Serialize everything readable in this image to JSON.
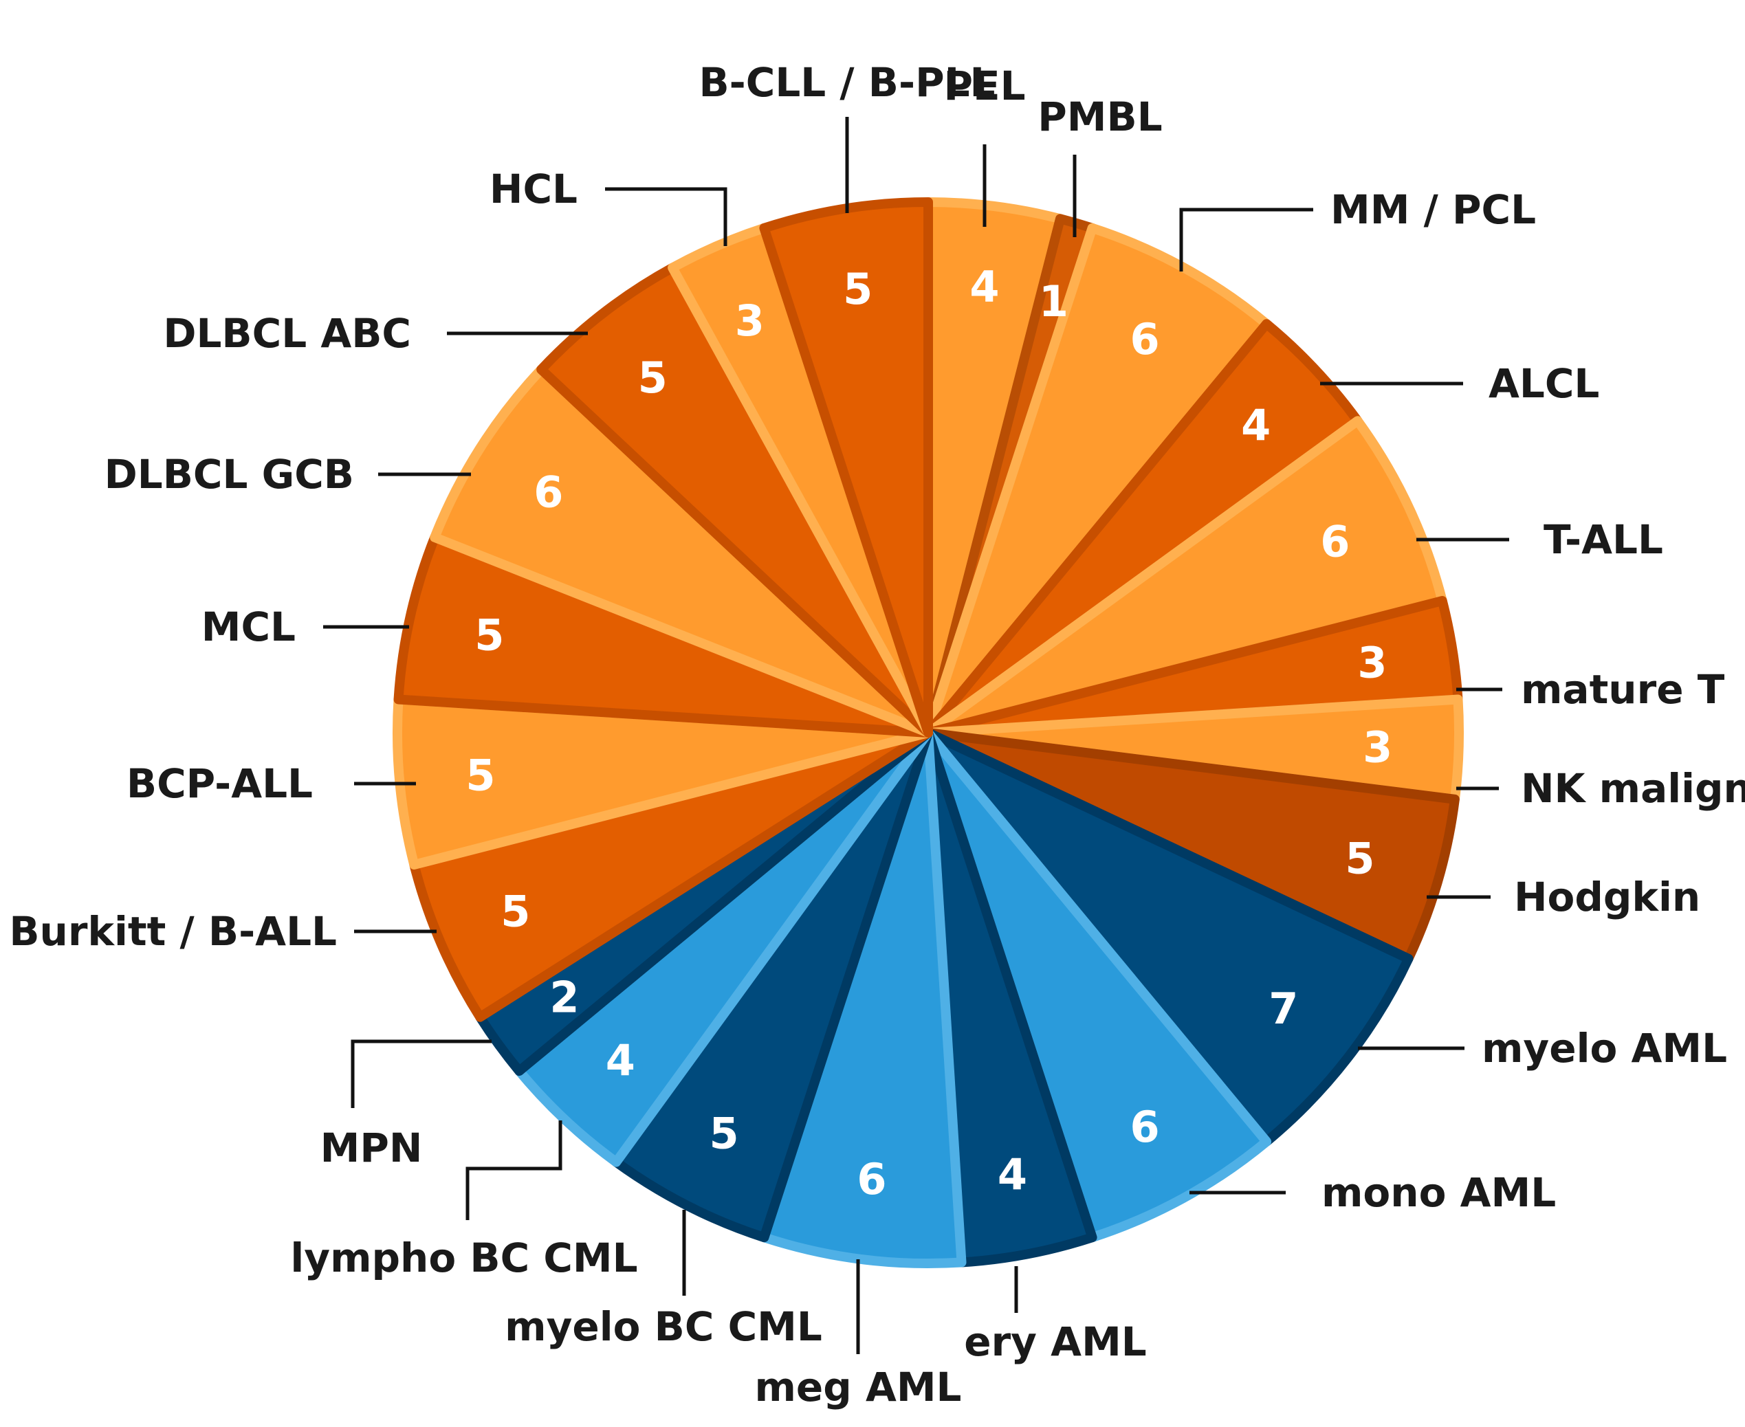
{
  "chart_data": {
    "type": "pie",
    "start_angle_deg": 0,
    "direction": "clockwise",
    "categories": [
      "PEL",
      "PMBL",
      "MM / PCL",
      "ALCL",
      "T-ALL",
      "mature T",
      "NK malign",
      "Hodgkin",
      "myelo AML",
      "mono AML",
      "ery AML",
      "meg AML",
      "myelo BC CML",
      "lympho BC CML",
      "MPN",
      "Burkitt / B-ALL",
      "BCP-ALL",
      "MCL",
      "DLBCL GCB",
      "DLBCL ABC",
      "HCL",
      "B-CLL / B-PLL"
    ],
    "values": [
      4,
      1,
      6,
      4,
      6,
      3,
      3,
      5,
      7,
      6,
      4,
      6,
      5,
      4,
      2,
      5,
      5,
      5,
      6,
      5,
      3,
      5
    ],
    "value_labels": [
      "4",
      "1",
      "6",
      "4",
      "6",
      "3",
      "3",
      "5",
      "7",
      "6",
      "4",
      "6",
      "5",
      "4",
      "2",
      "5",
      "5",
      "5",
      "6",
      "5",
      "3",
      "5"
    ],
    "colors": [
      "#FF9B2E",
      "#D65C05",
      "#FF9B2E",
      "#E35E00",
      "#FF9B2E",
      "#E35E00",
      "#FF9B2E",
      "#C04A00",
      "#004A7C",
      "#2A9BDB",
      "#004A7C",
      "#2A9BDB",
      "#004A7C",
      "#2A9BDB",
      "#004A7C",
      "#E35E00",
      "#FF9B2E",
      "#E35E00",
      "#FF9B2E",
      "#E35E00",
      "#FF9B2E",
      "#E35E00"
    ],
    "border_colors": [
      "#FFB04F",
      "#B94E04",
      "#FFB04F",
      "#C74F00",
      "#FFB04F",
      "#C74F00",
      "#FFB04F",
      "#A33F00",
      "#003A63",
      "#4FB0E6",
      "#003A63",
      "#4FB0E6",
      "#003A63",
      "#4FB0E6",
      "#003A63",
      "#C74F00",
      "#FFB04F",
      "#C74F00",
      "#FFB04F",
      "#C74F00",
      "#FFB04F",
      "#C74F00"
    ],
    "title": "",
    "legend": "none"
  }
}
